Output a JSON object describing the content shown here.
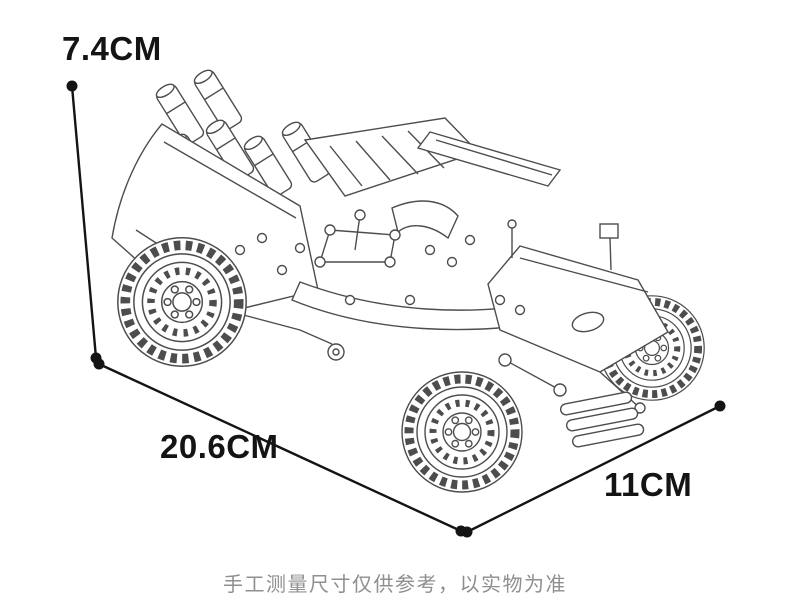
{
  "dimensions": {
    "height_label": "7.4CM",
    "length_label": "20.6CM",
    "width_label": "11CM"
  },
  "disclaimer": {
    "text": "手工测量尺寸仅供参考，以实物为准"
  },
  "art": {
    "subject": "toy-building-block-car-line-drawing",
    "stroke_color": "#4d4d4d",
    "dimension_line_color": "#141414",
    "label_color": "#141414",
    "disclaimer_color": "#8f8f8f",
    "background_color": "#ffffff"
  }
}
